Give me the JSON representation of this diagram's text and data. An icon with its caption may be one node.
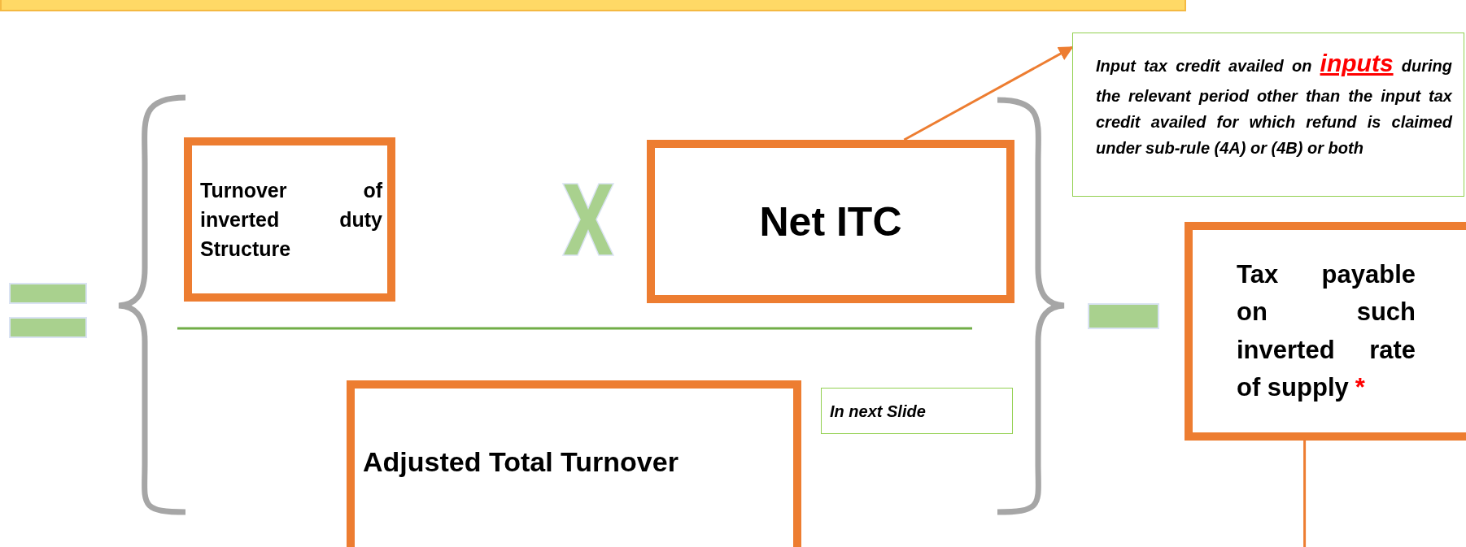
{
  "diagram": {
    "nodes": [
      {
        "text": [
          "Turnover of inverted duty Structure"
        ]
      },
      {
        "text": [
          "Net ITC"
        ]
      },
      {
        "text": [
          "Input tax credit availed on **inputs** during the relevant period other than the input tax credit availed for which refund is claimed under sub-rule (4A) or (4B) or both"
        ]
      },
      {
        "text": [
          "Adjusted Total Turnover"
        ]
      },
      {
        "text": [
          "In next Slide"
        ]
      },
      {
        "text": [
          "Tax payable on such inverted rate of supply",
          "*"
        ]
      },
      {
        "text": [],
        "shape": "bar"
      }
    ],
    "edges": [
      {
        "from": 1,
        "to": 2,
        "arrow": "to"
      },
      {
        "from": 5,
        "to": null,
        "arrow": "none"
      }
    ]
  }
}
